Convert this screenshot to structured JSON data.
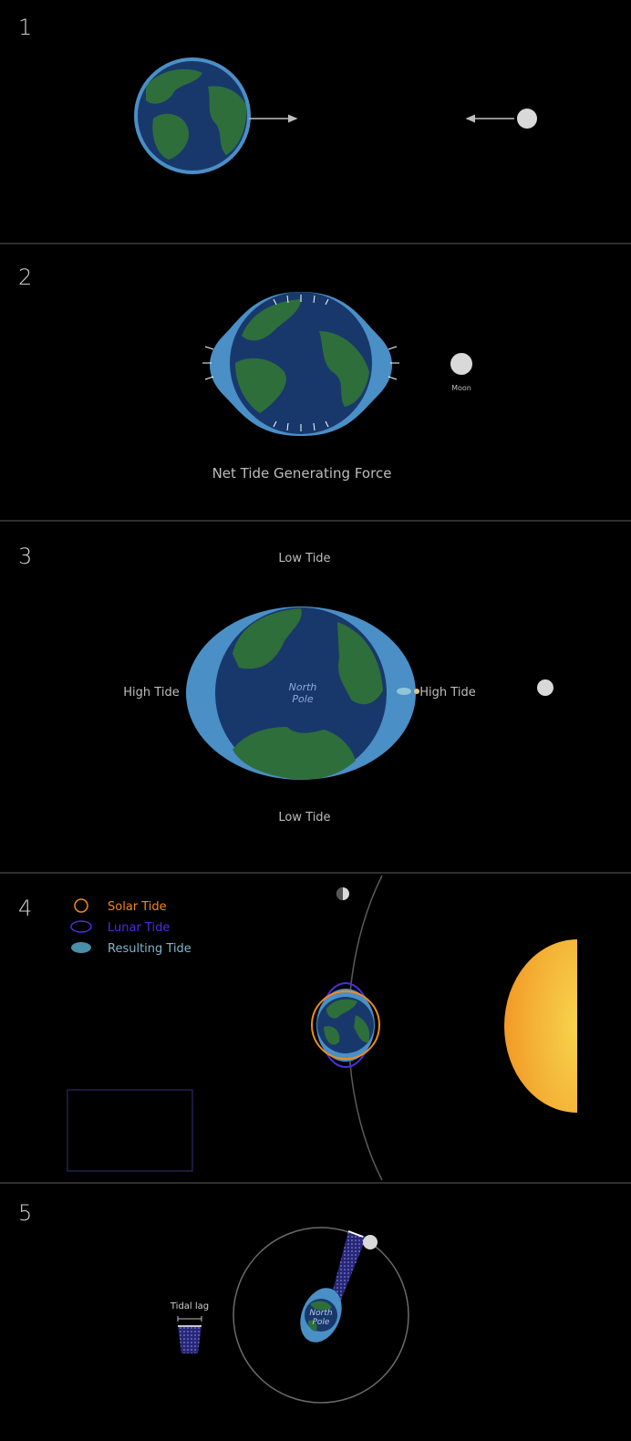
{
  "panels": [
    {
      "number": "1"
    },
    {
      "number": "2",
      "caption": "Net Tide Generating Force",
      "moon_label": "Moon"
    },
    {
      "number": "3",
      "top_label": "Low Tide",
      "bottom_label": "Low Tide",
      "left_label": "High Tide",
      "right_label": "High Tide",
      "center_label_line1": "North",
      "center_label_line2": "Pole"
    },
    {
      "number": "4",
      "legend": [
        {
          "label": "Solar Tide",
          "color": "#f08a1c"
        },
        {
          "label": "Lunar Tide",
          "color": "#4a2fe0"
        },
        {
          "label": "Resulting Tide",
          "color": "#4a8fa8"
        }
      ]
    },
    {
      "number": "5",
      "lag_label": "Tidal lag",
      "center_label_line1": "North",
      "center_label_line2": "Pole"
    }
  ],
  "colors": {
    "ocean": "#18386b",
    "land": "#2e6e3a",
    "water_bulge": "#4a8fc6",
    "moon": "#d9d9d9",
    "sun": "#f5a623"
  }
}
